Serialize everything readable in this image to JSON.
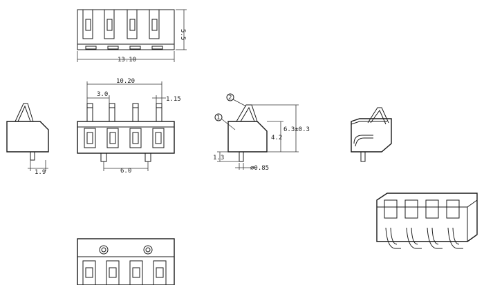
{
  "dimensions": {
    "top_height": "5.5",
    "top_width": "13.10",
    "front_span": "10.20",
    "pitch_small": "3.0",
    "pin_width": "1.15",
    "pin_length_left": "1.9",
    "pin_spacing": "6.0",
    "side_height": "6.3±0.3",
    "side_body": "4.2",
    "side_pin": "1.3",
    "pin_diameter": "∅0.85"
  },
  "callouts": {
    "c1": "1",
    "c2": "2"
  },
  "colors": {
    "line": "#1a1a1a",
    "background": "#ffffff"
  }
}
